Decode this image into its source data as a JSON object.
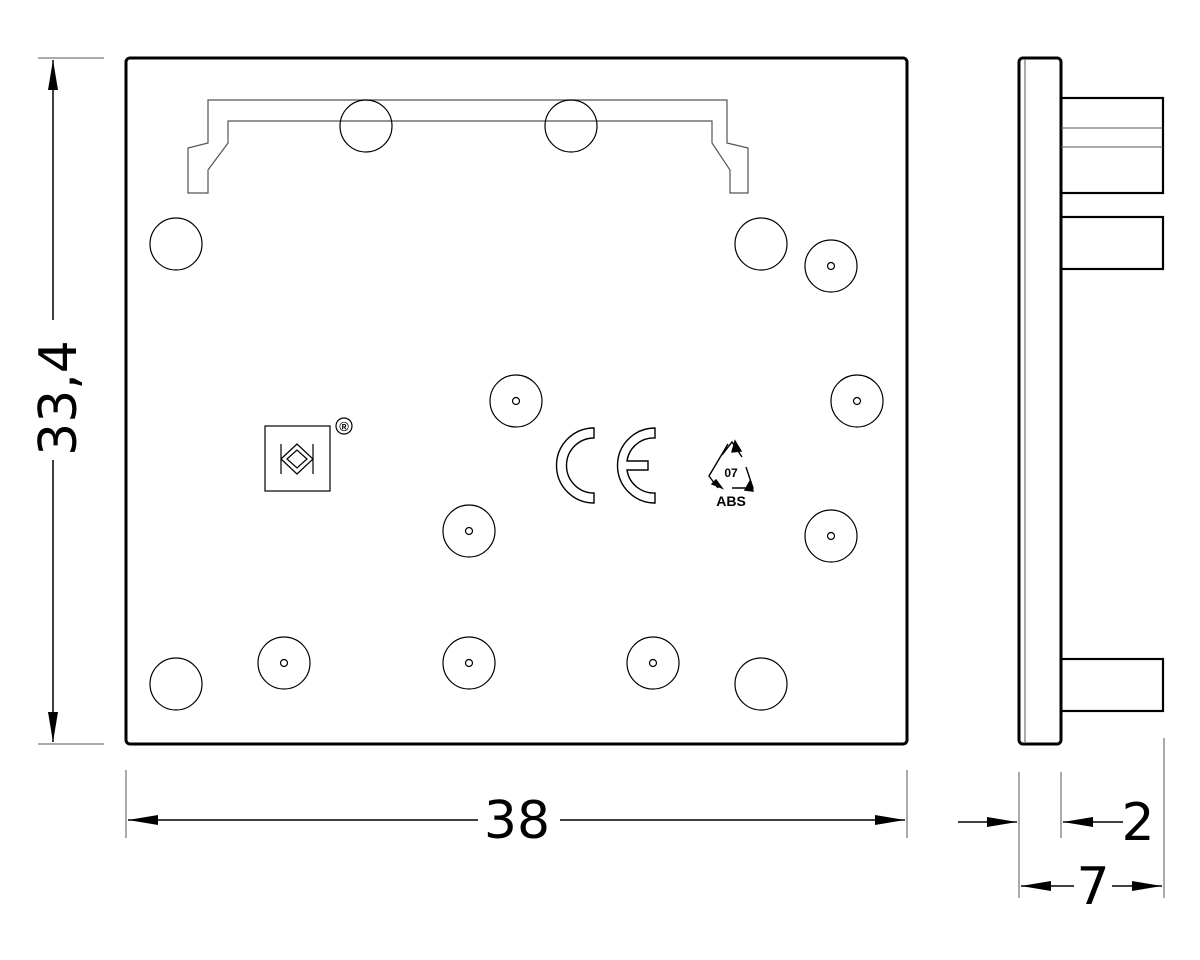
{
  "dimensions": {
    "height": "33,4",
    "width": "38",
    "flange": "2",
    "depth": "7"
  },
  "marks": {
    "registered": "®",
    "recycle_code": "07",
    "recycle_material": "ABS"
  },
  "icons": {
    "brand_logo": "km-logo-icon",
    "ce_mark": "ce-mark-icon",
    "recycle": "recycle-icon"
  },
  "colors": {
    "line": "#000000",
    "thin_line": "#555555",
    "background": "#ffffff"
  }
}
